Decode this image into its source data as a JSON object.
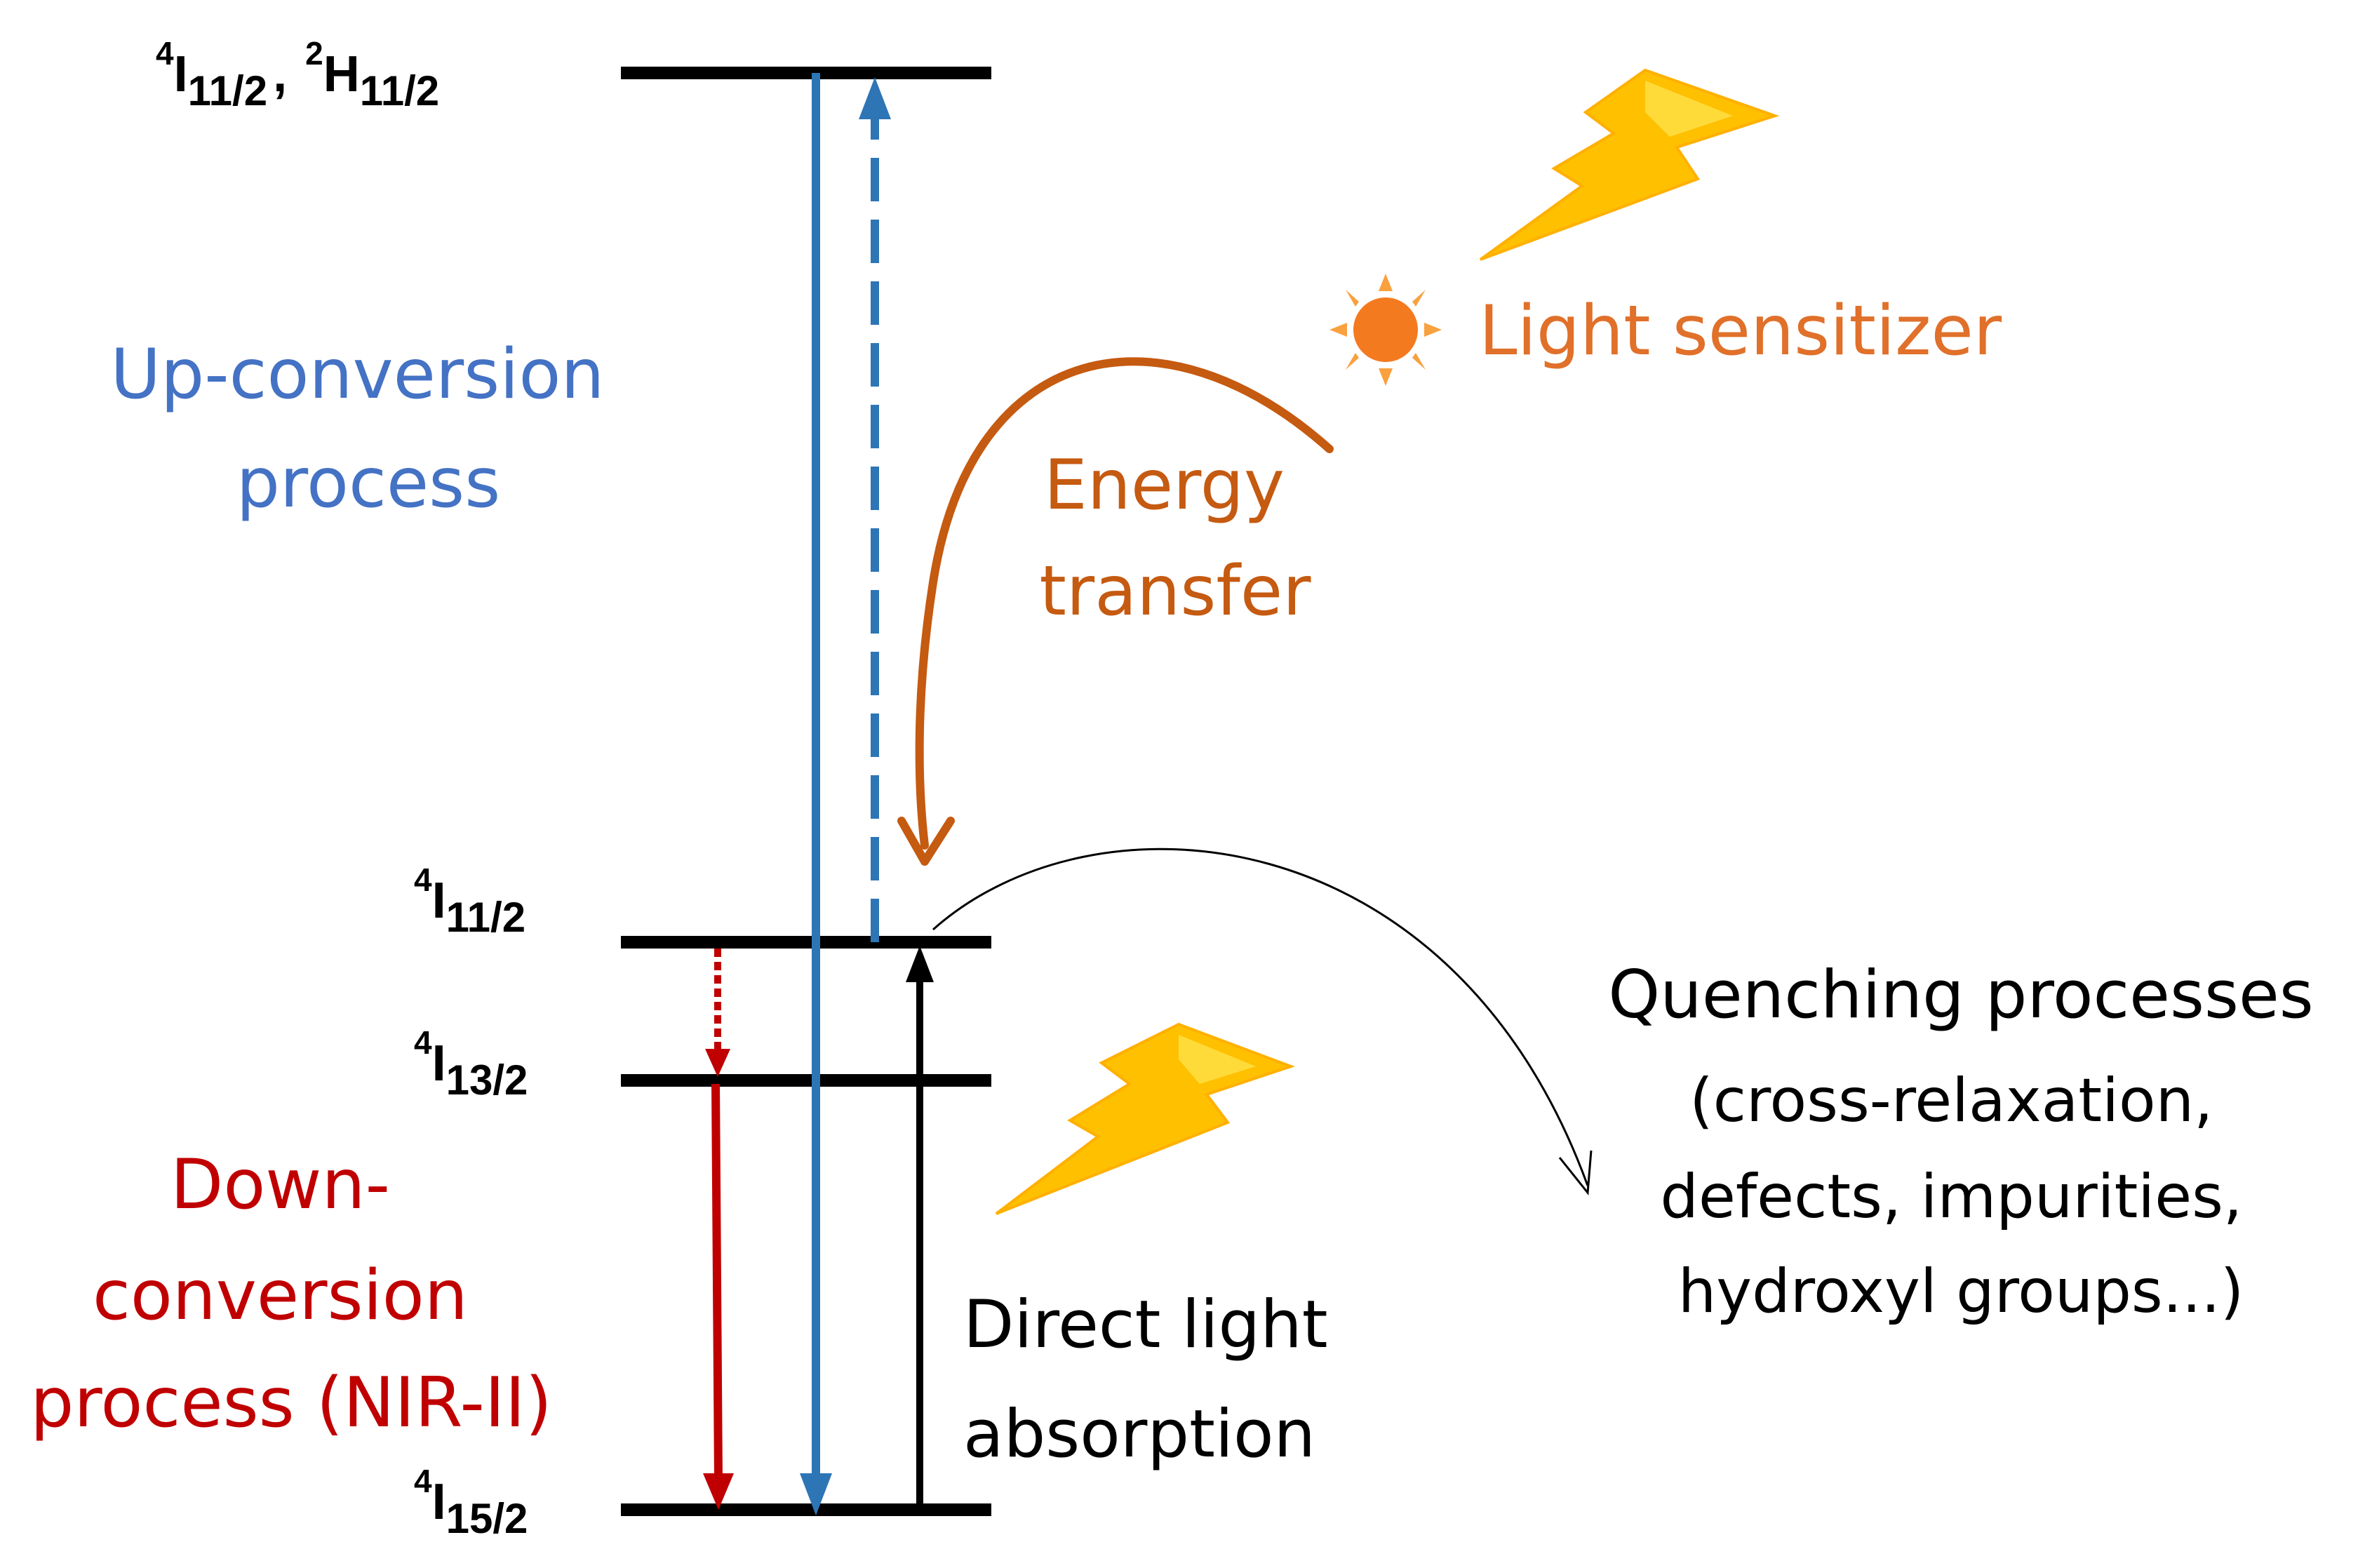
{
  "levels": {
    "top": {
      "term1_sup": "4",
      "term1_main": "I",
      "term1_sub": "11/2",
      "separator": ",",
      "term2_sup": "2",
      "term2_main": "H",
      "term2_sub": "11/2"
    },
    "l11": {
      "sup": "4",
      "main": "I",
      "sub": "11/2"
    },
    "l13": {
      "sup": "4",
      "main": "I",
      "sub": "13/2"
    },
    "l15": {
      "sup": "4",
      "main": "I",
      "sub": "15/2"
    }
  },
  "labels": {
    "upconversion": [
      "Up-conversion",
      "process"
    ],
    "downconversion": [
      "Down-",
      "conversion",
      "process (NIR-II)"
    ],
    "light_sensitizer": "Light sensitizer",
    "energy_transfer": [
      "Energy",
      "transfer"
    ],
    "quenching_title": "Quenching processes",
    "quenching_details": [
      "(cross-relaxation,",
      "defects,  impurities,",
      "hydroxyl groups...)"
    ],
    "direct_absorption": [
      "Direct light",
      "absorption"
    ]
  },
  "colors": {
    "level_line": "#000000",
    "upconversion": "#2e75b6",
    "upconversion_text": "#4472c4",
    "downconversion": "#c00000",
    "energy_transfer": "#c55a11",
    "sensitizer_text": "#e0702a",
    "lightning_fill": "#ffc000",
    "lightning_highlight": "#ffe44d",
    "sun_fill": "#f47a20"
  },
  "icons": [
    "lightning-bolt-icon",
    "sun-icon"
  ]
}
